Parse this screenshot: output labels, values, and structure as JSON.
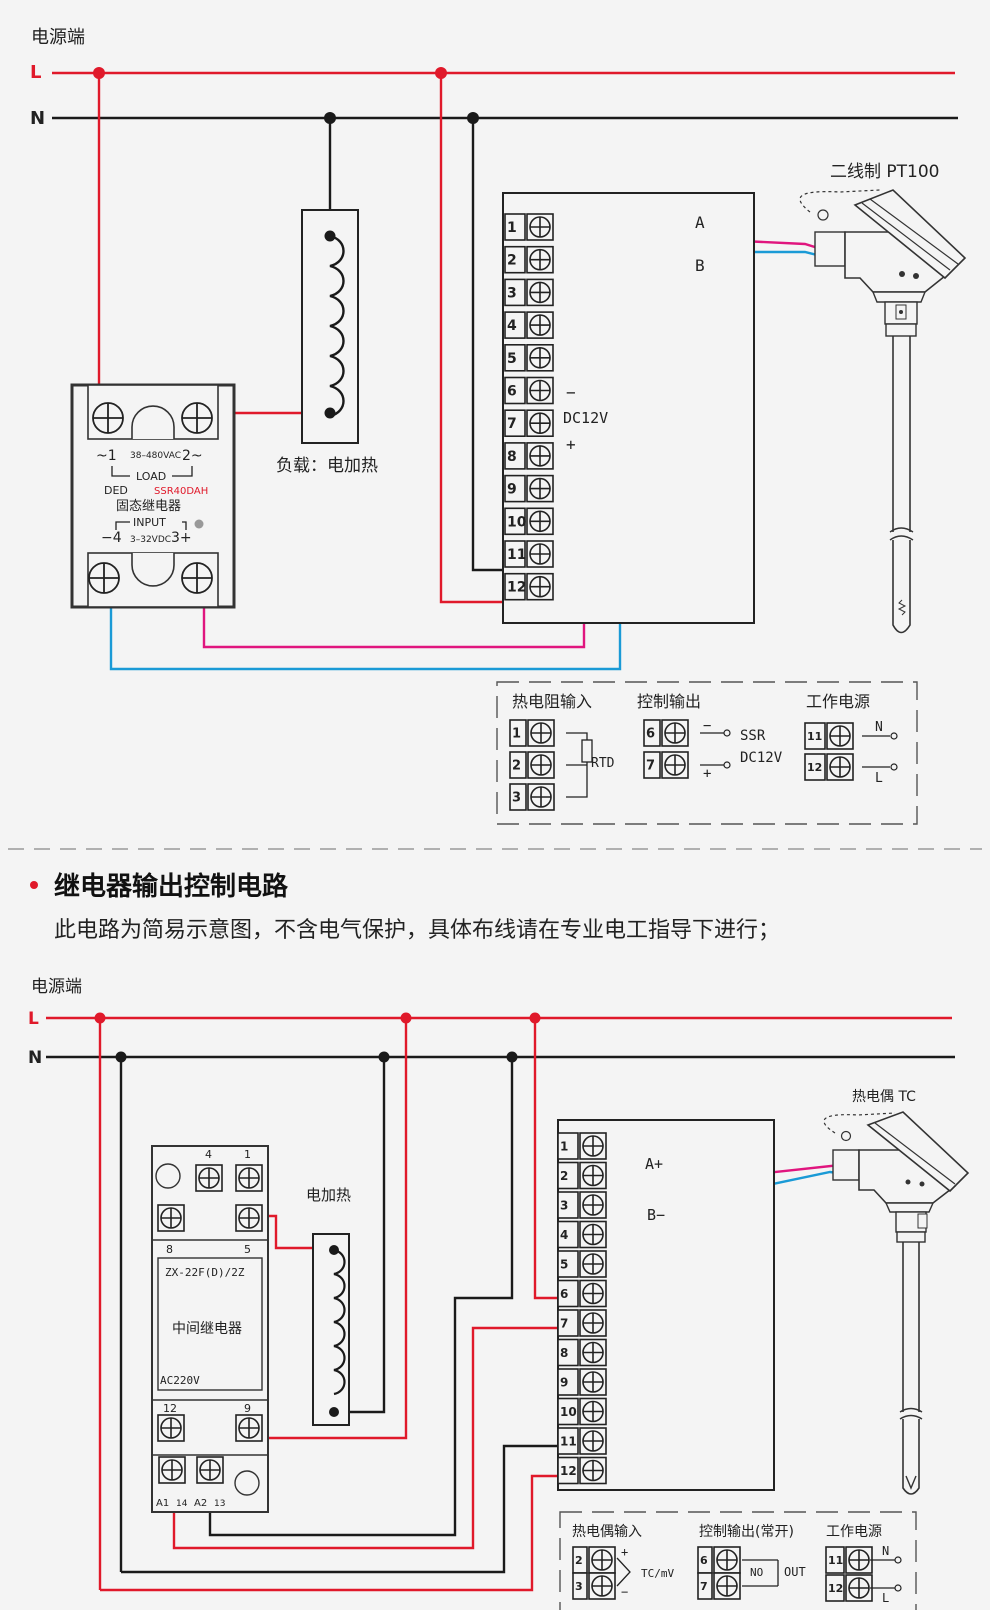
{
  "top": {
    "power_label": "电源端",
    "L": "L",
    "N": "N",
    "load_label": "负载：电加热",
    "sensor_label": "二线制 PT100",
    "wire_a": "A",
    "wire_b": "B",
    "dc_minus": "−",
    "dc_label": "DC12V",
    "dc_plus": "+",
    "terminals": [
      "1",
      "2",
      "3",
      "4",
      "5",
      "6",
      "7",
      "8",
      "9",
      "10",
      "11",
      "12"
    ],
    "ssr": {
      "t1": "~1",
      "voltage": "38–480VAC",
      "t2": "2~",
      "load": "LOAD",
      "brand": "DED",
      "model": "SSR40DAH",
      "name": "固态继电器",
      "input": "INPUT",
      "t4": "−4",
      "dc_range": "3–32VDC",
      "t3": "3+"
    },
    "legend": {
      "rtd_title": "热电阻输入",
      "rtd_label": "RTD",
      "ctrl_title": "控制输出",
      "ssr_label": "SSR",
      "dc_label": "DC12V",
      "minus": "−",
      "plus": "+",
      "power_title": "工作电源",
      "n": "N",
      "l": "L",
      "rtd_terms": [
        "1",
        "2",
        "3"
      ],
      "ctrl_terms": [
        "6",
        "7"
      ],
      "power_terms": [
        "11",
        "12"
      ]
    }
  },
  "section2": {
    "title": "继电器输出控制电路",
    "subtitle": "此电路为简易示意图，不含电气保护，具体布线请在专业电工指导下进行；"
  },
  "bottom": {
    "power_label": "电源端",
    "L": "L",
    "N": "N",
    "heater_label": "电加热",
    "sensor_label": "热电偶 TC",
    "wire_a": "A+",
    "wire_b": "B−",
    "terminals": [
      "1",
      "2",
      "3",
      "4",
      "5",
      "6",
      "7",
      "8",
      "9",
      "10",
      "11",
      "12"
    ],
    "relay": {
      "p4": "4",
      "p1": "1",
      "p8": "8",
      "p5": "5",
      "model": "ZX-22F(D)/2Z",
      "name": "中间继电器",
      "voltage": "AC220V",
      "p12": "12",
      "p9": "9",
      "a1": "A1",
      "p14": "14",
      "a2": "A2",
      "p13": "13"
    },
    "legend": {
      "tc_title": "热电偶输入",
      "tc_label": "TC/mV",
      "ctrl_title": "控制输出(常开)",
      "no": "NO",
      "out": "OUT",
      "power_title": "工作电源",
      "n": "N",
      "l": "L",
      "plus": "+",
      "minus": "−",
      "tc_terms": [
        "2",
        "3"
      ],
      "ctrl_terms": [
        "6",
        "7"
      ],
      "power_terms": [
        "11",
        "12"
      ]
    }
  },
  "colors": {
    "live": "#e0192a",
    "neutral": "#1a1a1a",
    "signal_pink": "#e0157e",
    "signal_blue": "#1a9ad6"
  }
}
